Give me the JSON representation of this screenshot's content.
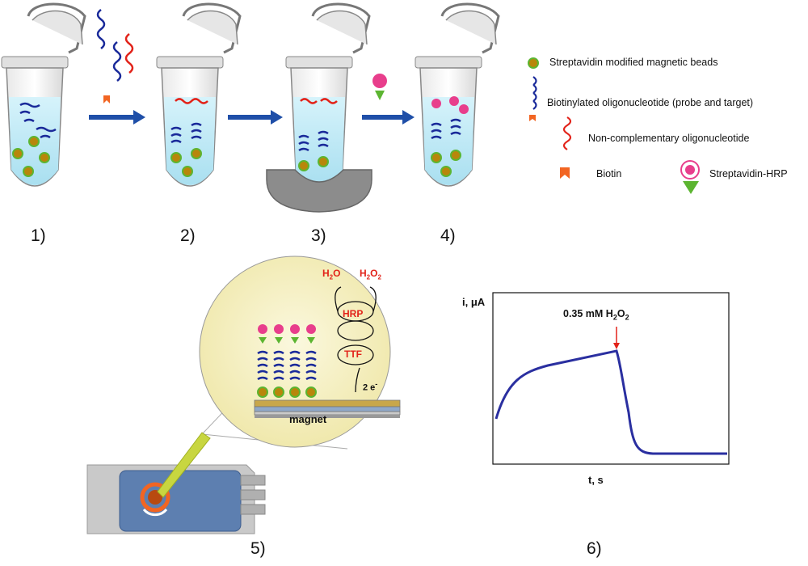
{
  "steps": {
    "s1": "1)",
    "s2": "2)",
    "s3": "3)",
    "s4": "4)",
    "s5": "5)",
    "s6": "6)"
  },
  "legend": {
    "beads": "Streptavidin modified magnetic beads",
    "biotinylated": "Biotinylated oligonucleotide (probe and target)",
    "noncomplementary": "Non-complementary oligonucleotide",
    "biotin": "Biotin",
    "hrp": "Streptavidin-HRP"
  },
  "inset": {
    "h2o": "H",
    "h2o_sub": "2",
    "h2o_tail": "O",
    "h2o2_a": "H",
    "h2o2_sub1": "2",
    "h2o2_b": "O",
    "h2o2_sub2": "2",
    "hrp": "HRP",
    "ttf": "TTF",
    "electrons": "2 e",
    "electrons_sup": "-",
    "magnet": "magnet"
  },
  "plot": {
    "ylabel": "i, μA",
    "xlabel": "t, s",
    "annotation_prefix": "0.35 mM H",
    "annotation_sub1": "2",
    "annotation_mid": "O",
    "annotation_sub2": "2"
  },
  "colors": {
    "probe": "#1a2a9a",
    "noncomp": "#e2231a",
    "biotin": "#f26522",
    "arrow": "#1f4fa8",
    "liquid": "#bfe9f5",
    "bead": "#b8860b",
    "hrp_flower": "#e83e8c",
    "streptavidin": "#5cb531",
    "curve": "#2a2fa0",
    "inset_bg": "#f7f2c8",
    "electrode": "#5d7fb0",
    "magnet": "#8c8c8c"
  }
}
